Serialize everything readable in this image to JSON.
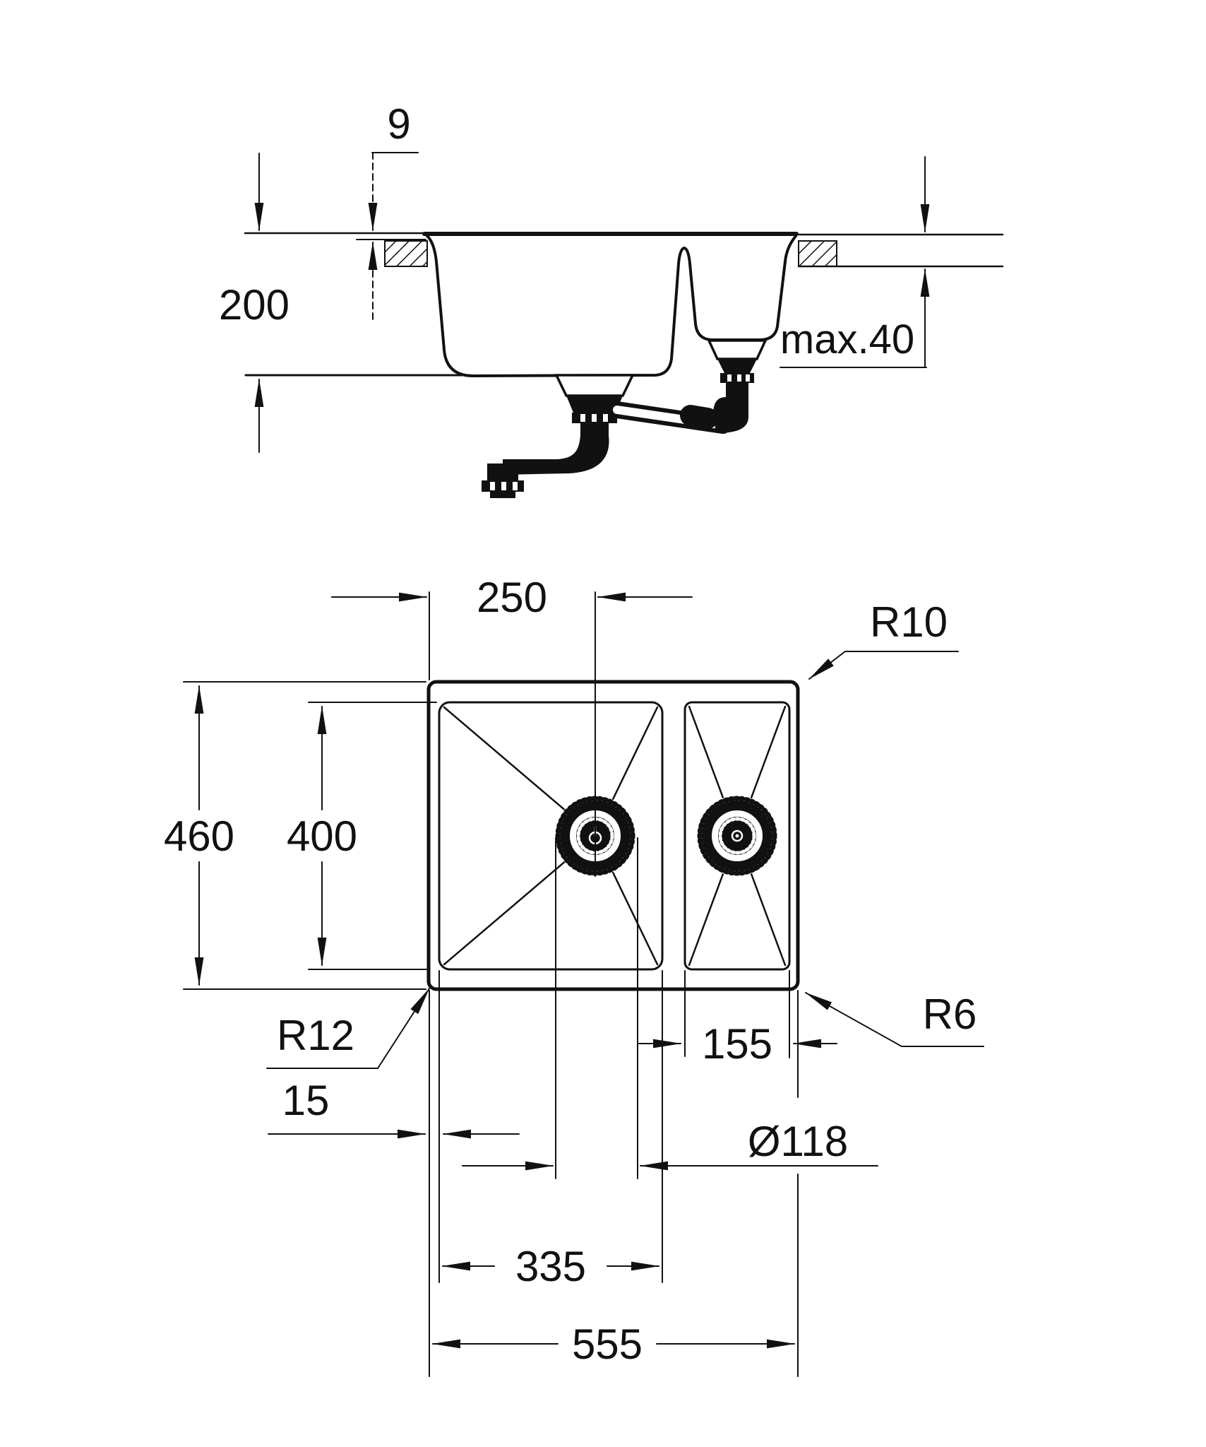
{
  "drawing": {
    "title": "sink-installation-drawing",
    "section": {
      "rim_height": "9",
      "bowl_depth": "200",
      "counter_thickness": "max.40"
    },
    "plan": {
      "drain_offset": "250",
      "outer_depth": "460",
      "bowl_inner_depth": "400",
      "corner_radius_outer_top": "R10",
      "corner_radius_bowl": "R12",
      "rim_width": "15",
      "small_bowl_width": "155",
      "corner_radius_outer_bottom": "R6",
      "drain_diameter": "Ø118",
      "main_bowl_width": "335",
      "outer_width": "555"
    },
    "line_color": "#111111"
  }
}
